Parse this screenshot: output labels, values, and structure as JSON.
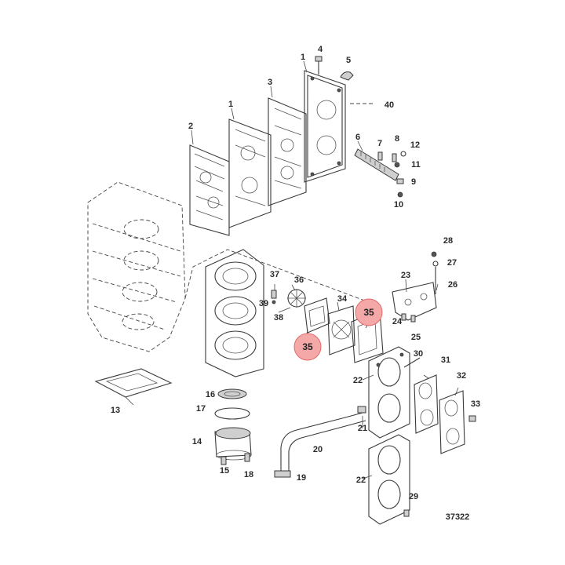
{
  "labels": [
    {
      "key": "l1a",
      "text": "1"
    },
    {
      "key": "l1b",
      "text": "1"
    },
    {
      "key": "l2",
      "text": "2"
    },
    {
      "key": "l3",
      "text": "3"
    },
    {
      "key": "l4",
      "text": "4"
    },
    {
      "key": "l5",
      "text": "5"
    },
    {
      "key": "l6",
      "text": "6"
    },
    {
      "key": "l7",
      "text": "7"
    },
    {
      "key": "l8",
      "text": "8"
    },
    {
      "key": "l9",
      "text": "9"
    },
    {
      "key": "l10",
      "text": "10"
    },
    {
      "key": "l11",
      "text": "11"
    },
    {
      "key": "l12",
      "text": "12"
    },
    {
      "key": "l13",
      "text": "13"
    },
    {
      "key": "l14",
      "text": "14"
    },
    {
      "key": "l15",
      "text": "15"
    },
    {
      "key": "l16",
      "text": "16"
    },
    {
      "key": "l17",
      "text": "17"
    },
    {
      "key": "l18",
      "text": "18"
    },
    {
      "key": "l19",
      "text": "19"
    },
    {
      "key": "l20",
      "text": "20"
    },
    {
      "key": "l21",
      "text": "21"
    },
    {
      "key": "l22a",
      "text": "22"
    },
    {
      "key": "l22b",
      "text": "22"
    },
    {
      "key": "l23",
      "text": "23"
    },
    {
      "key": "l24",
      "text": "24"
    },
    {
      "key": "l25",
      "text": "25"
    },
    {
      "key": "l26",
      "text": "26"
    },
    {
      "key": "l27",
      "text": "27"
    },
    {
      "key": "l28",
      "text": "28"
    },
    {
      "key": "l29",
      "text": "29"
    },
    {
      "key": "l30",
      "text": "30"
    },
    {
      "key": "l31",
      "text": "31"
    },
    {
      "key": "l32",
      "text": "32"
    },
    {
      "key": "l33",
      "text": "33"
    },
    {
      "key": "l34",
      "text": "34"
    },
    {
      "key": "l36",
      "text": "36"
    },
    {
      "key": "l37",
      "text": "37"
    },
    {
      "key": "l38",
      "text": "38"
    },
    {
      "key": "l39",
      "text": "39"
    },
    {
      "key": "l40",
      "text": "40"
    }
  ],
  "highlighted": [
    {
      "key": "h35a",
      "text": "35"
    },
    {
      "key": "h35b",
      "text": "35"
    }
  ],
  "figure_number": "37322",
  "colors": {
    "highlight_fill": "#f4a9a8",
    "highlight_stroke": "#e06a6a",
    "line": "#3a3a3a"
  }
}
